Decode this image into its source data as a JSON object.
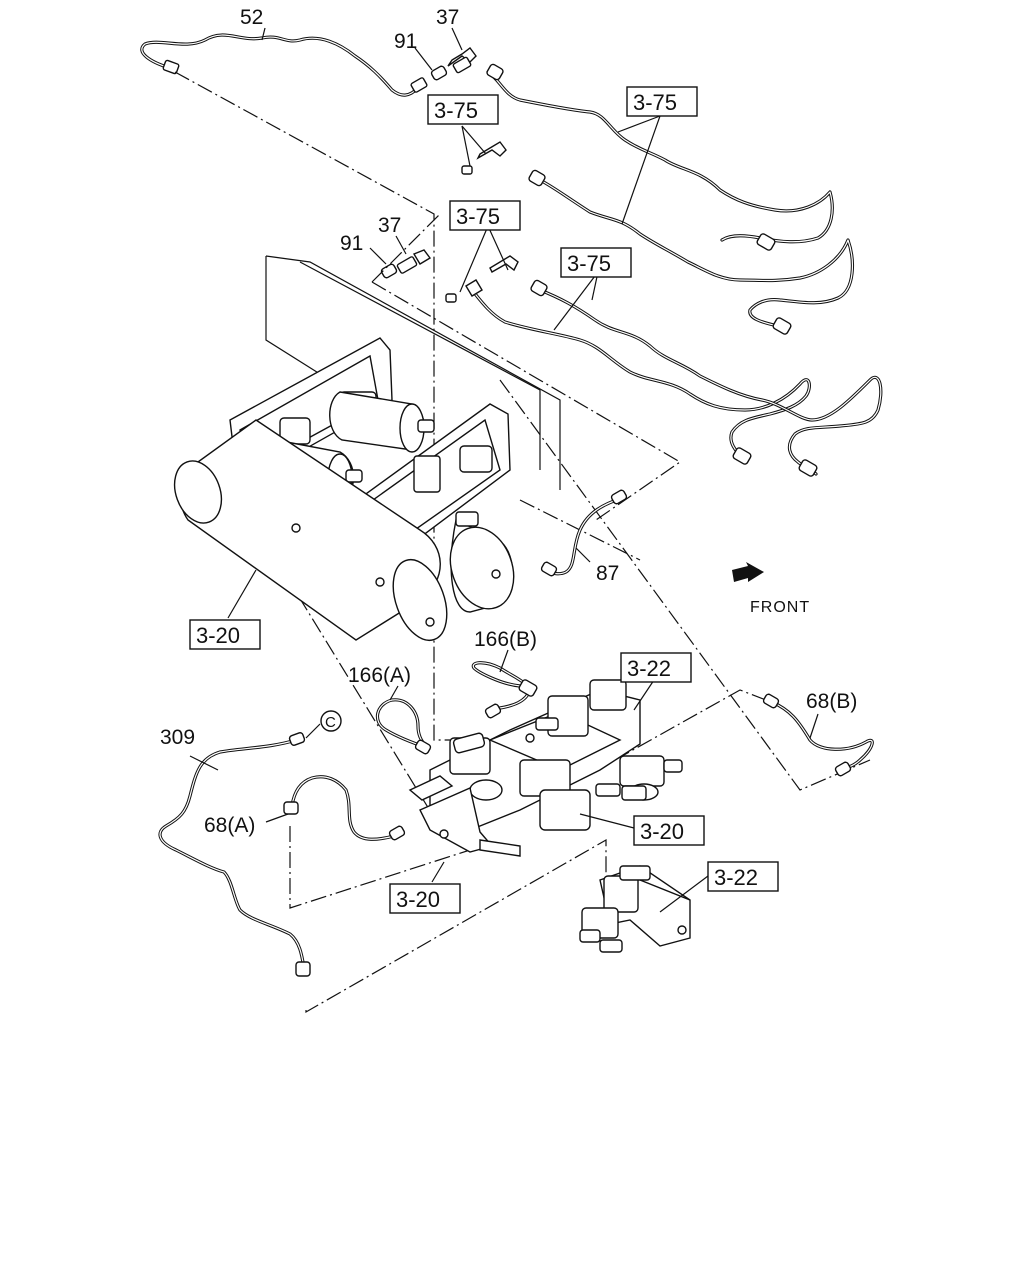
{
  "callouts": {
    "c52": "52",
    "c37_top": "37",
    "c91_top": "91",
    "c37_mid": "37",
    "c91_mid": "91",
    "c87": "87",
    "c166b": "166(B)",
    "c166a": "166(A)",
    "c309": "309",
    "c68a": "68(A)",
    "c68b": "68(B)",
    "c_circle": "C"
  },
  "boxes": {
    "b375_1": "3-75",
    "b375_2": "3-75",
    "b375_3": "3-75",
    "b375_4": "3-75",
    "b320_1": "3-20",
    "b320_2": "3-20",
    "b320_3": "3-20",
    "b322_1": "3-22",
    "b322_2": "3-22"
  },
  "front_label": "FRONT"
}
